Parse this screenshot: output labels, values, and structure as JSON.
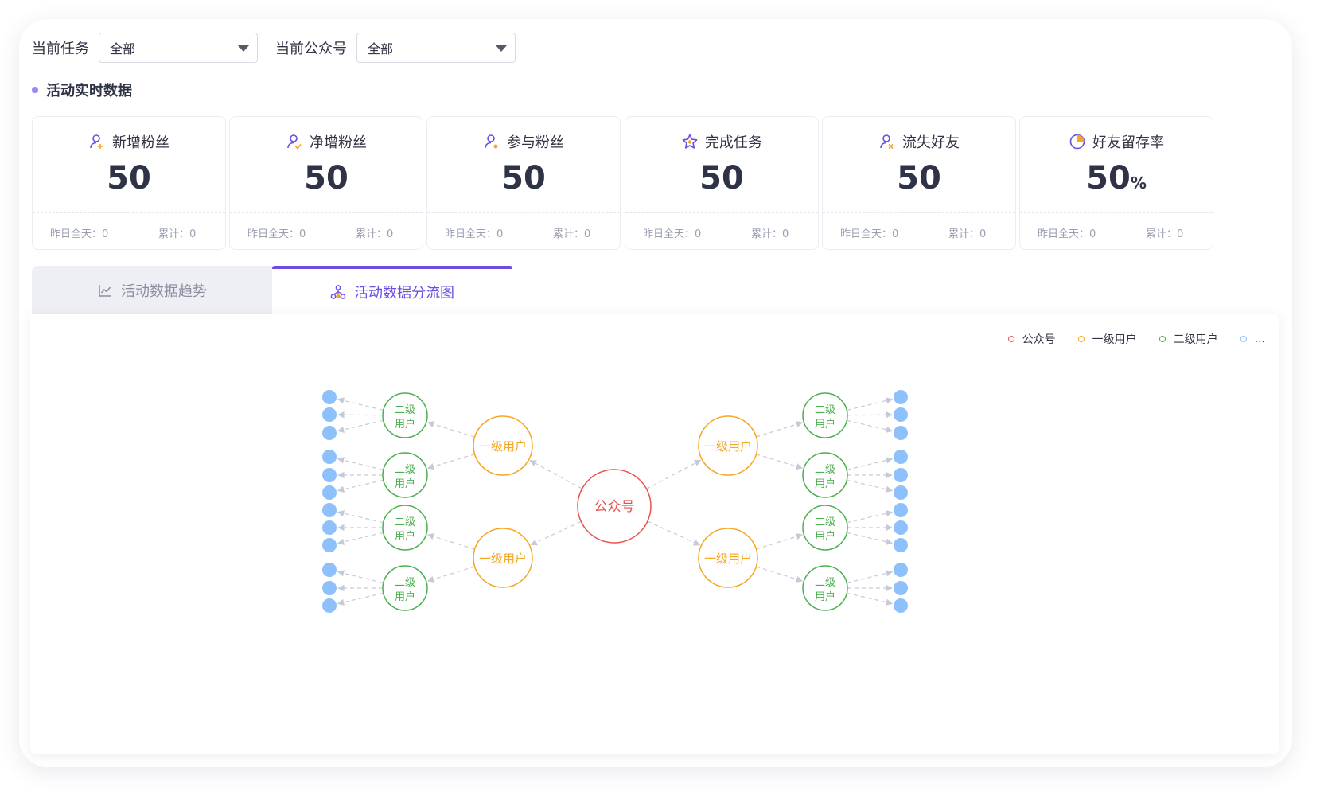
{
  "filters": {
    "task_label": "当前任务",
    "task_value": "全部",
    "account_label": "当前公众号",
    "account_value": "全部"
  },
  "section": {
    "title": "活动实时数据"
  },
  "stats": [
    {
      "icon": "user-add-icon",
      "label": "新增粉丝",
      "value": "50",
      "unit": "",
      "yesterday": "昨日全天：0",
      "total": "累计：0"
    },
    {
      "icon": "user-net-icon",
      "label": "净增粉丝",
      "value": "50",
      "unit": "",
      "yesterday": "昨日全天：0",
      "total": "累计：0"
    },
    {
      "icon": "user-join-icon",
      "label": "参与粉丝",
      "value": "50",
      "unit": "",
      "yesterday": "昨日全天：0",
      "total": "累计：0"
    },
    {
      "icon": "star-icon",
      "label": "完成任务",
      "value": "50",
      "unit": "",
      "yesterday": "昨日全天：0",
      "total": "累计：0"
    },
    {
      "icon": "user-remove-icon",
      "label": "流失好友",
      "value": "50",
      "unit": "",
      "yesterday": "昨日全天：0",
      "total": "累计：0"
    },
    {
      "icon": "pie-chart-icon",
      "label": "好友留存率",
      "value": "50",
      "unit": "%",
      "yesterday": "昨日全天：0",
      "total": "累计：0"
    }
  ],
  "tabs": [
    {
      "icon": "line-chart-icon",
      "label": "活动数据趋势",
      "active": false
    },
    {
      "icon": "flow-chart-icon",
      "label": "活动数据分流图",
      "active": true
    }
  ],
  "legend": [
    {
      "label": "公众号",
      "color": "#e8534f"
    },
    {
      "label": "一级用户",
      "color": "#f5a623"
    },
    {
      "label": "二级用户",
      "color": "#4caf50"
    },
    {
      "label": "...",
      "color": "#8ec1fb"
    }
  ],
  "flow": {
    "root_label": "公众号",
    "level1_label": "一级用户",
    "level2_line1": "二级",
    "level2_line2": "用户",
    "colors": {
      "root": "#e8534f",
      "level1": "#f5a623",
      "level2": "#4caf50",
      "leaf": "#8ec1fb",
      "edge": "#c6cad8"
    }
  }
}
